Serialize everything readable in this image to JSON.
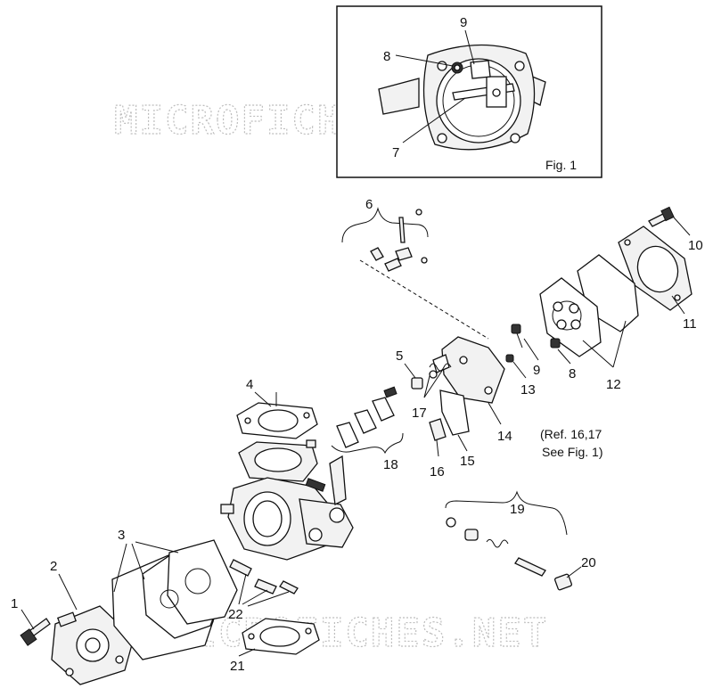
{
  "watermarks": {
    "top": "MICROFICHES.NET",
    "bottom": "MICROFICHES.NET"
  },
  "figure": {
    "caption": "Fig. 1",
    "labels": {
      "l7": "7",
      "l8": "8",
      "l9": "9"
    }
  },
  "callouts": {
    "c1": "1",
    "c2": "2",
    "c3": "3",
    "c4": "4",
    "c5": "5",
    "c6": "6",
    "c8": "8",
    "c9": "9",
    "c10": "10",
    "c11": "11",
    "c12": "12",
    "c13": "13",
    "c14": "14",
    "c15": "15",
    "c16": "16",
    "c17": "17",
    "c18": "18",
    "c19": "19",
    "c20": "20",
    "c21": "21",
    "c22": "22"
  },
  "note": {
    "line1": "(Ref. 16,17",
    "line2": "See Fig. 1)"
  }
}
